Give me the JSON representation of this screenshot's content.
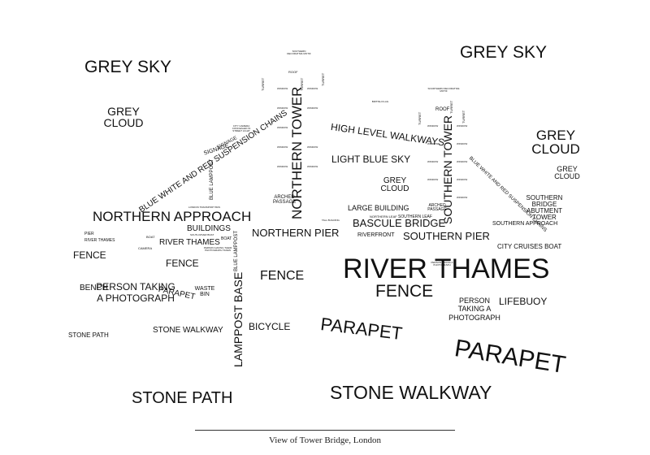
{
  "colors": {
    "ink": "#111111",
    "background": "#ffffff"
  },
  "caption": "View of Tower Bridge, London",
  "labels": {
    "grey_sky_left": "GREY SKY",
    "grey_sky_right": "GREY SKY",
    "grey_cloud_left": "GREY CLOUD",
    "grey_cloud_right": "GREY CLOUD",
    "grey_cloud_small_right": "GREY CLOUD",
    "grey_cloud_center": "GREY CLOUD",
    "southern_decorative_motif_top": "SOUTHERN DECORATIVE MOTIF",
    "southern_decorative_motif_right": "SOURTHERN DECORATIVE MOTIF",
    "roof_north": "ROOF",
    "roof_south": "ROOF",
    "turret_1": "TURRET",
    "turret_2": "TURRET",
    "turret_3": "TURRET",
    "turret_4": "TURRET",
    "turret_5": "TURRET",
    "turret_6": "TURRET",
    "british_flag": "BRITISH FLAG",
    "city_camera": "CITY CAMERA CONCEALED IN STREET LIGHT",
    "signage_1": "SIGNAGE",
    "signage_2": "SIGNAGE",
    "northern_tower": "NORTHERN TOWER",
    "southern_tower": "SOUTHERN TOWER",
    "high_level_walkways": "HIGH LEVEL WALKWAYS",
    "light_blue_sky": "LIGHT BLUE SKY",
    "chains_north": "BLUE WHITE AND RED SUSPENSION CHAINS",
    "chains_south": "BLUE WHITE AND RED SUSPENSION CHAINS",
    "blue_lamppost": "BLUE LAMPPOST",
    "blue_lamppost_2": "BLUE LAMPPOST",
    "london_transport_bus": "LONDON TRANSPORT BUS",
    "northern_approach": "NORTHERN APPROACH",
    "southern_approach": "SOUTHERN APPROACH",
    "arched_passage_north": "ARCHED PASSAGE",
    "arched_passage_south": "ARCHED PASSAGE",
    "large_building": "LARGE BUILDING",
    "northern_leaf": "NORTHERN LEAF",
    "southern_leaf": "SOUTHERN LEAF",
    "tall_building": "TALL BUILDING",
    "bascule_bridge": "BASCULE BRIDGE",
    "southern_bridge_abutment_tower": "SOUTHERN BRIDGE ABUTMENT TOWER",
    "buildings": "BUILDINGS",
    "south_river_boat": "SOUTH RIVER BOAT",
    "boat_left": "BOAT",
    "boat_right": "BOAT",
    "pier": "PIER",
    "river_thames_small": "RIVER THAMES",
    "river_thames_mid": "RIVER THAMES",
    "river_thames_big": "RIVER THAMES",
    "camera": "CAMERA",
    "person_having_photo": "PERSON HAVING THEIR PHOTOGRAPH TAKEN",
    "northern_pier": "NORTHERN PIER",
    "riverfront": "RIVERFRONT",
    "southern_pier": "SOUTHERN PIER",
    "city_cruises_boat": "CITY CRUISES BOAT",
    "fence_left": "FENCE",
    "fence_2": "FENCE",
    "fence_3": "FENCE",
    "fence_4": "FENCE",
    "bench": "BENCH",
    "person_taking_left": "PERSON TAKING A PHOTOGRAPH",
    "person_taking_right": "PERSON TAKING A PHOTOGRAPH",
    "parapet_small": "PARAPET",
    "parapet_mid": "PARAPET",
    "parapet_big": "PARAPET",
    "waste_bin": "WASTE BIN",
    "lamppost_base": "LAMPPOST BASE",
    "lifebuoy": "LIFEBUOY",
    "bicycle": "BICYCLE",
    "stone_path_small": "STONE PATH",
    "stone_path_big": "STONE PATH",
    "stone_walkway_small": "STONE WALKWAY",
    "stone_walkway_big": "STONE WALKWAY",
    "window": "WINDOW"
  }
}
